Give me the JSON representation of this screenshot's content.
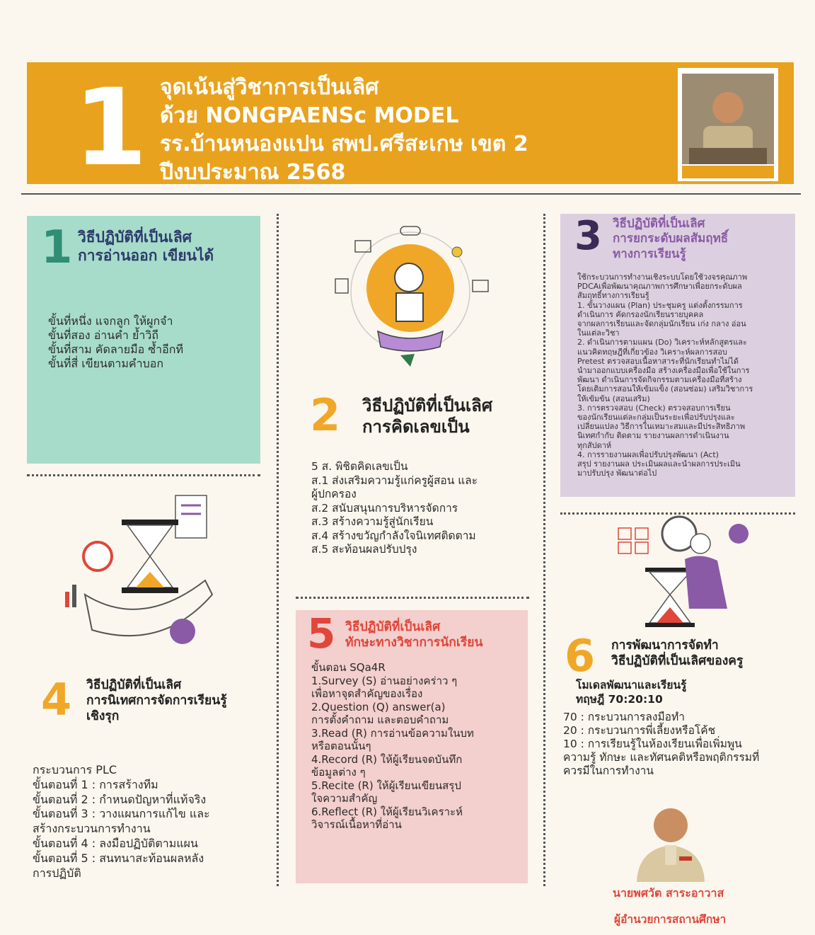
{
  "header": {
    "number": "1",
    "title_lines": [
      "จุดเน้นสู่วิชาการเป็นเลิศ",
      "ด้วย NONGPAENSc MODEL",
      "รร.บ้านหนองแปน  สพป.ศรีสะเกษ เขต 2",
      "ปีงบประมาณ 2568"
    ]
  },
  "section1": {
    "number": "1",
    "title": "วิธีปฏิบัติที่เป็นเลิศ\nการอ่านออก เขียนได้",
    "body": "ขั้นที่หนึ่ง แจกลูก ให้ผูกจำ\nขั้นที่สอง อ่านคำ ย้ำวิถี\nขั้นที่สาม คัดลายมือ ซ้ำอีกที\nขั้นที่สี่ เขียนตามคำบอก"
  },
  "section2": {
    "number": "2",
    "title": "วิธีปฏิบัติที่เป็นเลิศ\nการคิดเลขเป็น",
    "body": "5 ส. พิชิตคิดเลขเป็น\nส.1 ส่งเสริมความรู้แก่ครูผู้สอน และ\nผู้ปกครอง\nส.2 สนับสนุนการบริหารจัดการ\nส.3 สร้างความรู้สู่นักเรียน\nส.4 สร้างขวัญกำลังใจนิเทศติดตาม\nส.5 สะท้อนผลปรับปรุง"
  },
  "section3": {
    "number": "3",
    "title": "วิธีปฏิบัติที่เป็นเลิศ\nการยกระดับผลสัมฤทธิ์\nทางการเรียนรู้",
    "body": "ใช้กระบวนการทำงานเชิงระบบโดยใช้วงจรคุณภาพ\nPDCAเพื่อพัฒนาคุณภาพการศึกษาเพื่อยกระดับผล\nสัมฤทธิ์ทางการเรียนรู้\n 1. ขั้นวางแผน (Plan) ประชุมครู แต่งตั้งกรรมการ\nดำเนินการ คัดกรองนักเรียนรายบุคคล\nจากผลการเรียนและจัดกลุ่มนักเรียน เก่ง กลาง อ่อน\nในแต่ละวิชา\n 2. ดำเนินการตามแผน (Do) วิเคราะห์หลักสูตรและ\nแนวคิดทฤษฎีที่เกี่ยวข้อง วิเคราะห์ผลการสอบ\nPretest ตรวจสอบเนื้อหาสาระที่นักเรียนทำไม่ได้\nนำมาออกแบบเครื่องมือ สร้างเครื่องมือเพื่อใช้ในการ\nพัฒนา ดำเนินการจัดกิจกรรมตามเครื่องมือที่สร้าง\nโดยเติมการสอนให้เข้มแข็ง (สอนซ่อม) เสริมวิชาการ\nให้เข้มข้น (สอนเสริม)\n 3. การตรวจสอบ (Check) ตรวจสอบการเรียน\nของนักเรียนแต่ละกลุ่มเป็นระยะเพื่อปรับปรุงและ\nเปลี่ยนแปลง วิธีการในเหมาะสมและมีประสิทธิภาพ\nนิเทศกำกับ ติดตาม รายงานผลการดำเนินงาน\nทุกสัปดาห์\n 4. การรายงานผลเพื่อปรับปรุงพัฒนา (Act)\nสรุป รายงานผล ประเมินผลและนำผลการประเมิน\nมาปรับปรุง พัฒนาต่อไป"
  },
  "section4": {
    "number": "4",
    "title": "วิธีปฏิบัติที่เป็นเลิศ\nการนิเทศการจัดการเรียนรู้\nเชิงรุก",
    "body": "กระบวนการ PLC\nขั้นตอนที่ 1 : การสร้างทีม\nขั้นตอนที่ 2 : กำหนดปัญหาที่แท้จริง\nขั้นตอนที่ 3 : วางแผนการแก้ไข และ\nสร้างกระบวนการทำงาน\nขั้นตอนที่ 4 : ลงมือปฏิบัติตามแผน\nขั้นตอนที่ 5 : สนทนาสะท้อนผลหลัง\nการปฏิบัติ"
  },
  "section5": {
    "number": "5",
    "title": "วิธีปฏิบัติที่เป็นเลิศ\nทักษะทางวิชาการนักเรียน",
    "body": "ขั้นตอน SQa4R\n 1.Survey  (S)  อ่านอย่างคร่าว ๆ\nเพื่อหาจุดสำคัญของเรื่อง\n2.Question (Q) answer(a)\nการตั้งคำถาม และตอบคำถาม\n3.Read (R) การอ่านข้อความในบท\nหรือตอนนั้นๆ\n4.Record (R)  ให้ผู้เรียนจดบันทึก\nข้อมูลต่าง ๆ\n5.Recite (R)  ให้ผู้เรียนเขียนสรุป\nใจความสำคัญ\n6.Reflect (R)  ให้ผู้เรียนวิเคราะห์\nวิจารณ์เนื้อหาที่อ่าน"
  },
  "section6": {
    "number": "6",
    "title": "การพัฒนาการจัดทำ\nวิธีปฏิบัติที่เป็นเลิศของครู",
    "subtitle": "โมเดลพัฒนาและเรียนรู้\nทฤษฎี 70:20:10",
    "body": "70 : กระบวนการลงมือทำ\n20 : กระบวนการพี่เลี้ยงหรือโค้ช\n10 : การเรียนรู้ในห้องเรียนเพื่อเพิ่มพูน\nความรู้ ทักษะ และทัศนคติหรือพฤติกรรมที่\nควรมีในการทำงาน"
  },
  "signature": {
    "name": "นายพศวัต  สาระอาวาส",
    "position": "ผู้อำนวยการสถานศึกษา"
  },
  "colors": {
    "orange": "#e8a21e",
    "mint": "#a7dccb",
    "lavender": "#dcd0e0",
    "pink": "#f3cfcd",
    "purple_text": "#8a5aa6",
    "red_text": "#e0463a"
  }
}
